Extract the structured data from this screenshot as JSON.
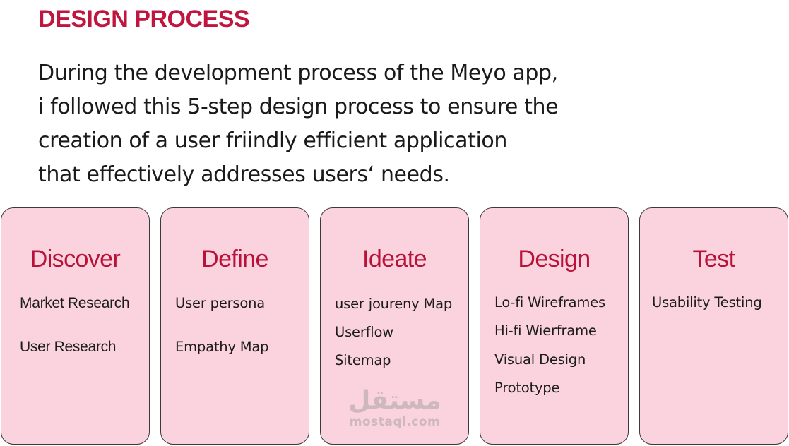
{
  "header": {
    "title": "DESIGN PROCESS"
  },
  "intro": {
    "lines": [
      "During the development process of the Meyo app,",
      "i followed this 5-step design process to ensure the",
      "creation of a user friindly efficient application",
      "that effectively addresses users‘ needs."
    ]
  },
  "steps": [
    {
      "title": "Discover",
      "items": [
        "Market Research",
        "User Research"
      ]
    },
    {
      "title": "Define",
      "items": [
        "User persona",
        "Empathy Map"
      ]
    },
    {
      "title": "Ideate",
      "items": [
        "user joureny Map",
        "Userflow",
        "Sitemap"
      ]
    },
    {
      "title": "Design",
      "items": [
        "Lo-fi Wireframes",
        "Hi-fi Wierframe",
        "Visual Design",
        "Prototype"
      ]
    },
    {
      "title": "Test",
      "items": [
        "Usability Testing"
      ]
    }
  ],
  "watermark": {
    "logo_text": "مستقل",
    "url": "mostaql.com"
  },
  "colors": {
    "accent": "#c0153f",
    "card_background": "#fad3df",
    "card_border": "#3a3a3a",
    "text": "#1a1a1a"
  }
}
